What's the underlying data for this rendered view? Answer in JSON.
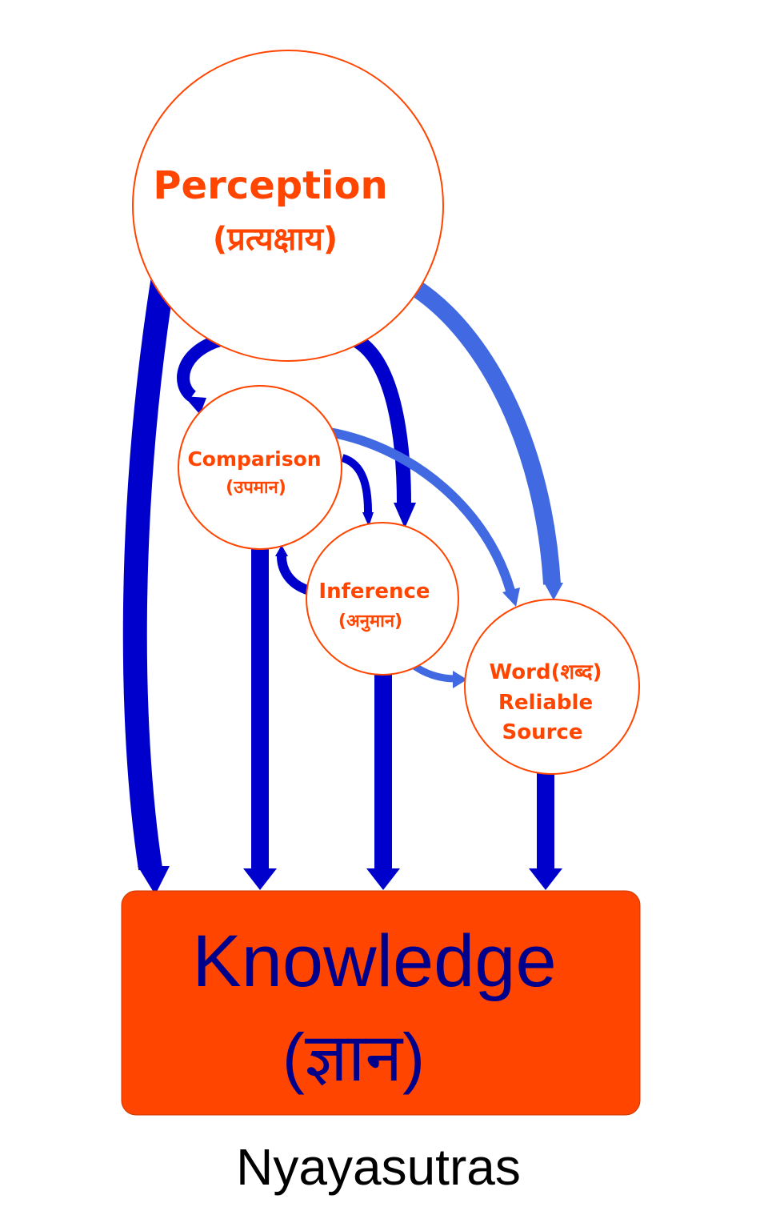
{
  "colors": {
    "node_text": "#ff4500",
    "node_stroke": "#ff4500",
    "node_fill": "#ffffff",
    "arrow_dark": "#0000cd",
    "arrow_light": "#4169e1",
    "knowledge_fill": "#ff4500",
    "knowledge_text": "#00008b",
    "caption_text": "#000000"
  },
  "nodes": {
    "perception": {
      "line1": "Perception",
      "line2": "(प्रत्यक्षाय)"
    },
    "comparison": {
      "line1": "Comparison",
      "line2": "(उपमान)"
    },
    "inference": {
      "line1": "Inference",
      "line2": "(अनुमान)"
    },
    "word": {
      "line1": "Word(शब्द)",
      "line2": "Reliable",
      "line3": "Source"
    }
  },
  "knowledge": {
    "line1": "Knowledge",
    "line2": "(ज्ञान)"
  },
  "caption": "Nyayasutras"
}
